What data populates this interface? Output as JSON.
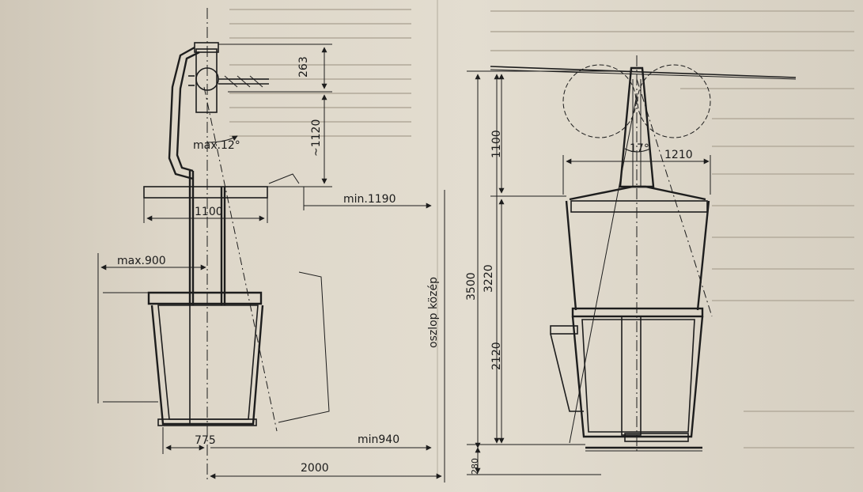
{
  "diagram": {
    "left_view": {
      "dim_263": "263",
      "dim_1120": "~1120",
      "angle": "max.12°",
      "dim_1100": "1100",
      "dim_max900": "max.900",
      "dim_775": "775",
      "dim_min940": "min940",
      "dim_min1190": "min.1190",
      "dim_2000": "2000",
      "axis_label": "oszlop közép"
    },
    "right_view": {
      "dim_1100": "1100",
      "dim_1210": "1210",
      "angle": "17°",
      "dim_3500": "3500",
      "dim_3220": "3220",
      "dim_2120": "2120",
      "dim_280": "280"
    }
  }
}
